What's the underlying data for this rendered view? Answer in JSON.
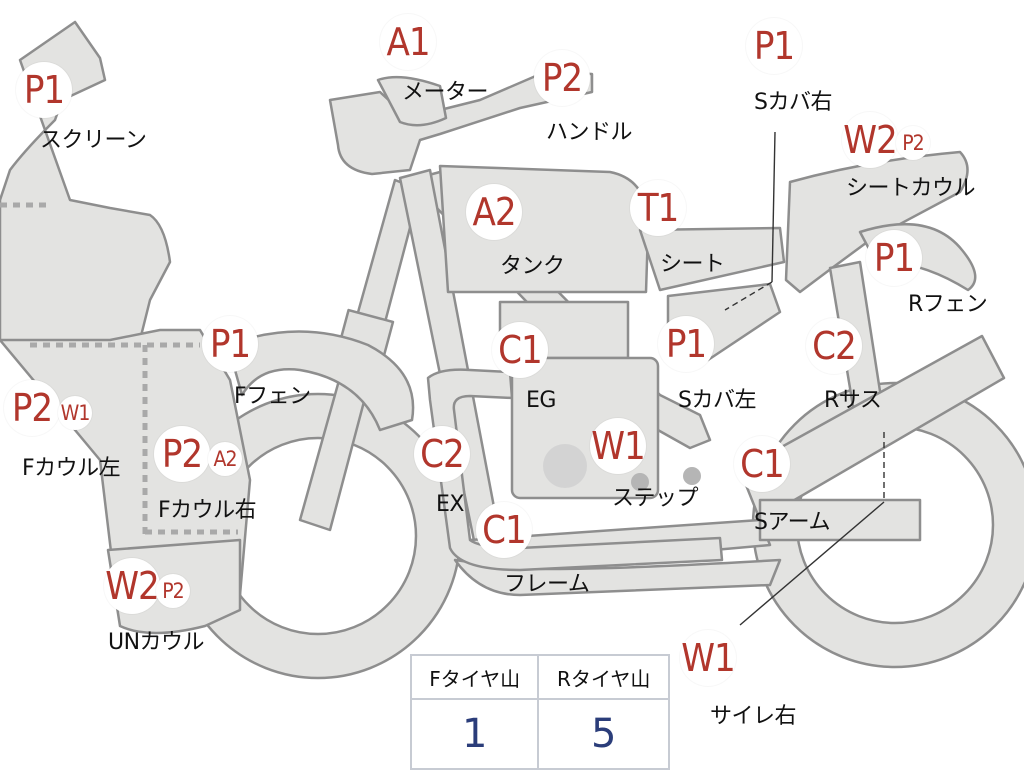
{
  "parts": [
    {
      "id": "screen",
      "code": "P1",
      "name": "スクリーン"
    },
    {
      "id": "meter",
      "code": "A1",
      "name": "メーター"
    },
    {
      "id": "handle",
      "code": "P2",
      "name": "ハンドル"
    },
    {
      "id": "scover-right",
      "code": "P1",
      "name": "Sカバ右"
    },
    {
      "id": "seat-cowl",
      "code": "W2",
      "code2": "P2",
      "name": "シートカウル"
    },
    {
      "id": "tank",
      "code": "A2",
      "name": "タンク"
    },
    {
      "id": "seat",
      "code": "T1",
      "name": "シート"
    },
    {
      "id": "r-fender",
      "code": "P1",
      "name": "Rフェン"
    },
    {
      "id": "f-fender",
      "code": "P1",
      "name": "Fフェン"
    },
    {
      "id": "engine",
      "code": "C1",
      "name": "EG"
    },
    {
      "id": "scover-left",
      "code": "P1",
      "name": "Sカバ左"
    },
    {
      "id": "r-sus",
      "code": "C2",
      "name": "Rサス"
    },
    {
      "id": "f-cowl-left",
      "code": "P2",
      "code2": "W1",
      "name": "Fカウル左"
    },
    {
      "id": "f-cowl-right",
      "code": "P2",
      "code2": "A2",
      "name": "Fカウル右"
    },
    {
      "id": "exhaust",
      "code": "C2",
      "name": "EX"
    },
    {
      "id": "step",
      "code": "W1",
      "name": "ステップ"
    },
    {
      "id": "s-arm",
      "code": "C1",
      "name": "Sアーム"
    },
    {
      "id": "frame",
      "code": "C1",
      "name": "フレーム"
    },
    {
      "id": "un-cowl",
      "code": "W2",
      "code2": "P2",
      "name": "UNカウル"
    },
    {
      "id": "silencer-right",
      "code": "W1",
      "name": "サイレ右"
    }
  ],
  "tread": {
    "front_label": "Fタイヤ山",
    "rear_label": "Rタイヤ山",
    "front_value": "1",
    "rear_value": "5"
  }
}
